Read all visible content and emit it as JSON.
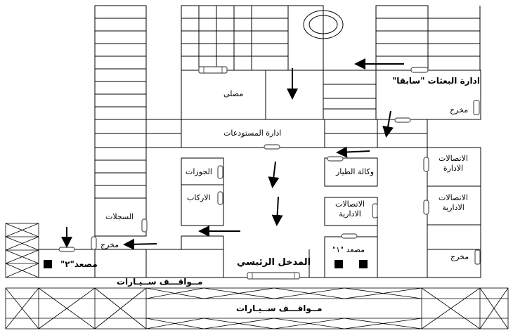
{
  "labels": {
    "missions_admin": "ادارة البعثات \"سابقا\"",
    "prayer_room": "مصلى",
    "exit_right_top": "مخرج",
    "warehouse_admin": "ادارة المستودعات",
    "passports": "الجوزات",
    "boarding": "الاركاب",
    "airline_agency": "وكالة الطيار",
    "admin_comm_center": "الاتصالات الادارية",
    "comm_admin_right_1": "الاتصالات الادارة",
    "comm_admin_right_2": "الاتصالات الادارية",
    "records": "السجلات",
    "exit_left": "مخرج",
    "elevator_1": "مصعد \"١\"",
    "elevator_2": "مصعد\"٢\"",
    "main_entrance": "المدخل الرئيسي",
    "parking_upper": "مــواقـــف ســيـارات",
    "parking_lower": "مــواقـــف ســيـارات",
    "exit_right_bottom": "مخرج"
  },
  "colors": {
    "line": "#000000",
    "door_fill": "#ffffff",
    "door_stroke": "#555555",
    "elevator_block": "#000000"
  }
}
